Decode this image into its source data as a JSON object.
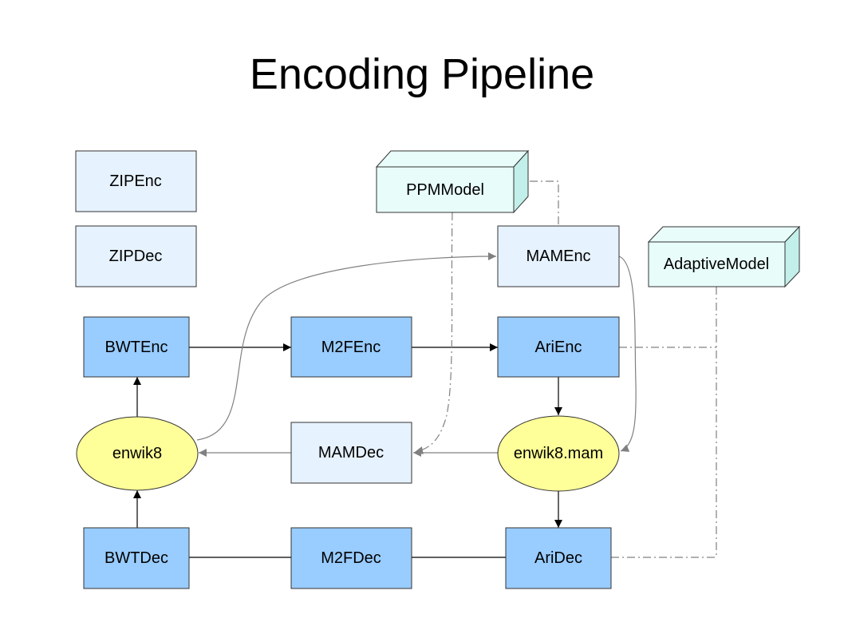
{
  "title": "Encoding Pipeline",
  "colors": {
    "light_box": "#e6f2fd",
    "dark_box": "#99ccff",
    "ellipse": "#ffff99",
    "model_front": "#e8fdfa",
    "model_side": "#c2efe9",
    "arrow_solid": "#000000",
    "arrow_gray": "#808080"
  },
  "nodes": {
    "zipenc": "ZIPEnc",
    "zipdec": "ZIPDec",
    "ppmmodel": "PPMModel",
    "mamenc": "MAMEnc",
    "adaptivemodel": "AdaptiveModel",
    "bwtenc": "BWTEnc",
    "m2fenc": "M2FEnc",
    "arienc": "AriEnc",
    "enwik8": "enwik8",
    "mamdec": "MAMDec",
    "enwik8mam": "enwik8.mam",
    "bwtdec": "BWTDec",
    "m2fdec": "M2FDec",
    "aridec": "AriDec"
  }
}
